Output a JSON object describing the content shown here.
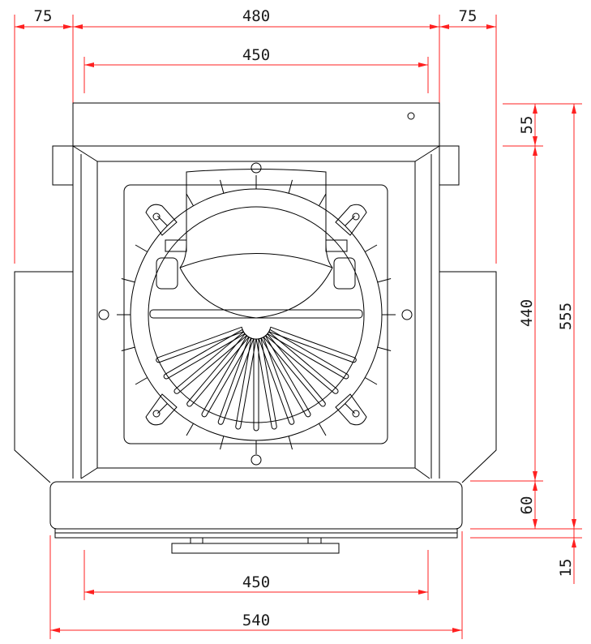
{
  "colors": {
    "dimension": "#ff2020",
    "outline": "#000000",
    "background": "#ffffff"
  },
  "dimensions": {
    "top_left_width": "75",
    "top_center_width": "480",
    "top_right_width": "75",
    "upper_inner_width": "450",
    "lower_inner_width": "450",
    "bottom_total_width": "540",
    "right_top_height": "55",
    "right_middle_height": "440",
    "right_total_height": "555",
    "right_bottom_height": "60",
    "right_base_height": "15"
  }
}
